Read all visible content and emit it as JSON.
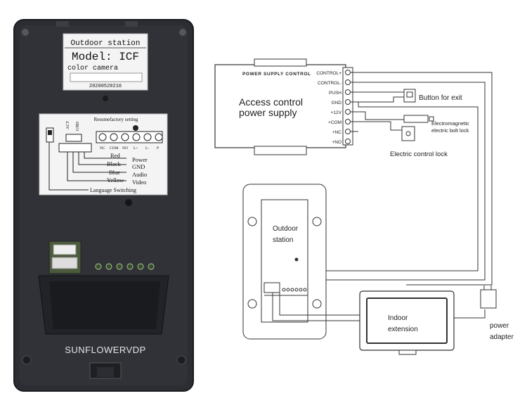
{
  "device": {
    "sticker_title": "Outdoor station",
    "sticker_model": "Model: ICF",
    "sticker_sub": "color camera",
    "sticker_serial": "20200520216",
    "brand": "SUNFLOWERVDP",
    "label": {
      "restore": "Resumefactory setting",
      "act": "ACT",
      "gnd": "GND",
      "terminals": [
        "NC",
        "COM",
        "NO",
        "L+",
        "L-",
        "P"
      ],
      "wires": [
        {
          "color_name": "Red",
          "signal": "Power"
        },
        {
          "color_name": "Black",
          "signal": "GND"
        },
        {
          "color_name": "Blue",
          "signal": "Audio"
        },
        {
          "color_name": "Yellow",
          "signal": "Video"
        }
      ],
      "language": "Language Switching"
    }
  },
  "diagram": {
    "psu_header": "POWER SUPPLY CONTROL",
    "psu_title_1": "Access control",
    "psu_title_2": "power supply",
    "psu_terminals": [
      "CONTROL+",
      "CONTROL-",
      "PUSH",
      "GND",
      "+12V",
      "+COM",
      "+NC",
      "+NO"
    ],
    "button_exit": "Button for exit",
    "bolt_lock_1": "Electromagnetic",
    "bolt_lock_2": "electric bolt lock",
    "control_lock": "Electric control lock",
    "outdoor_1": "Outdoor",
    "outdoor_2": "station",
    "indoor_1": "Indoor",
    "indoor_2": "extension",
    "adapter_1": "power",
    "adapter_2": "adapter"
  },
  "colors": {
    "panel": "#2b2d33",
    "panel_edge": "#1a1b1f",
    "label_bg": "#f4f4f4",
    "line": "#333333"
  }
}
